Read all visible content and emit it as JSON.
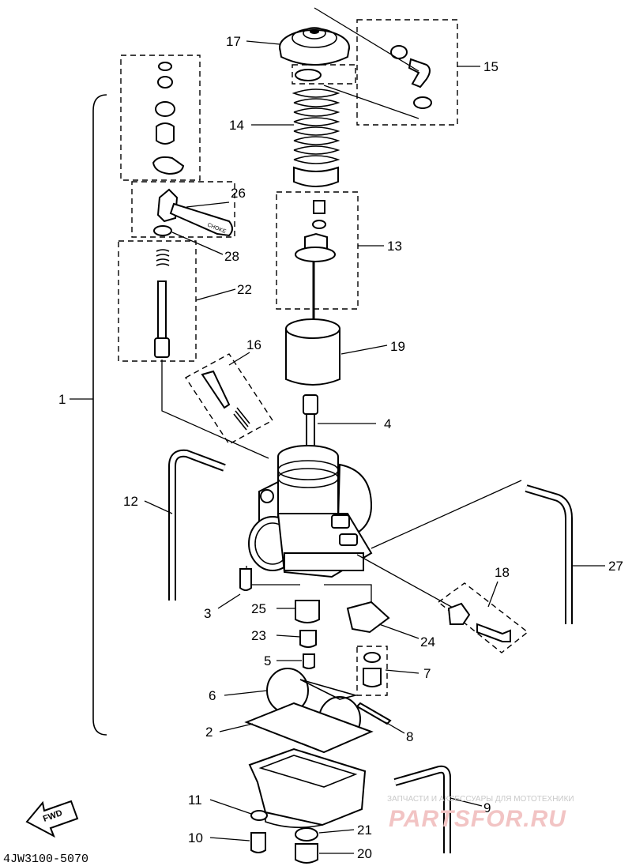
{
  "diagram": {
    "reference_code": "4JW3100-5070",
    "forward_arrow_label": "FWD",
    "choke_label": "CHOKE",
    "callouts": [
      "1",
      "2",
      "3",
      "4",
      "5",
      "6",
      "7",
      "8",
      "9",
      "10",
      "11",
      "12",
      "13",
      "14",
      "15",
      "16",
      "17",
      "18",
      "19",
      "20",
      "21",
      "22",
      "23",
      "24",
      "25",
      "26",
      "27",
      "28"
    ]
  },
  "watermark": {
    "top_line": "ЗАПЧАСТИ И АКСЕССУАРЫ ДЛЯ МОТОТЕХНИКИ",
    "brand": "PARTSFOR.RU"
  }
}
